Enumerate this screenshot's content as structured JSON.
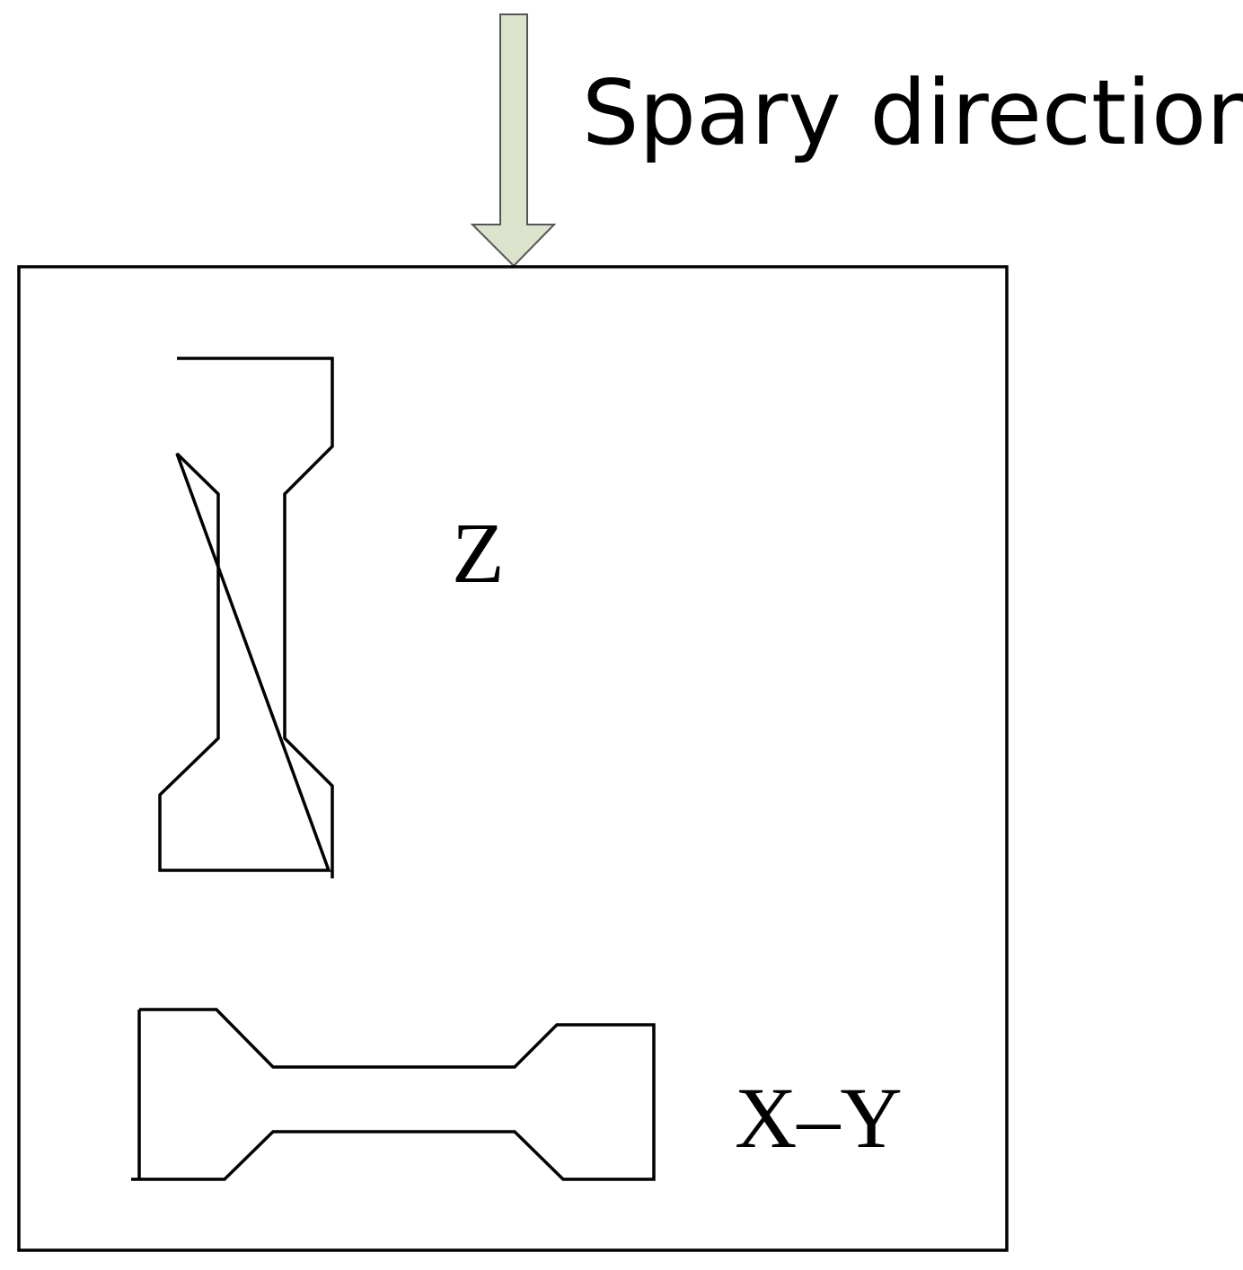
{
  "diagram": {
    "spray_label": "Spary direction",
    "specimen_z_label": "Z",
    "specimen_xy_label": "X–Y",
    "colors": {
      "arrow_fill": "#dbe3cc",
      "arrow_stroke": "#555555",
      "outline": "#000000",
      "background": "#ffffff"
    },
    "icons": {
      "spray_arrow": "down-arrow-icon"
    }
  }
}
